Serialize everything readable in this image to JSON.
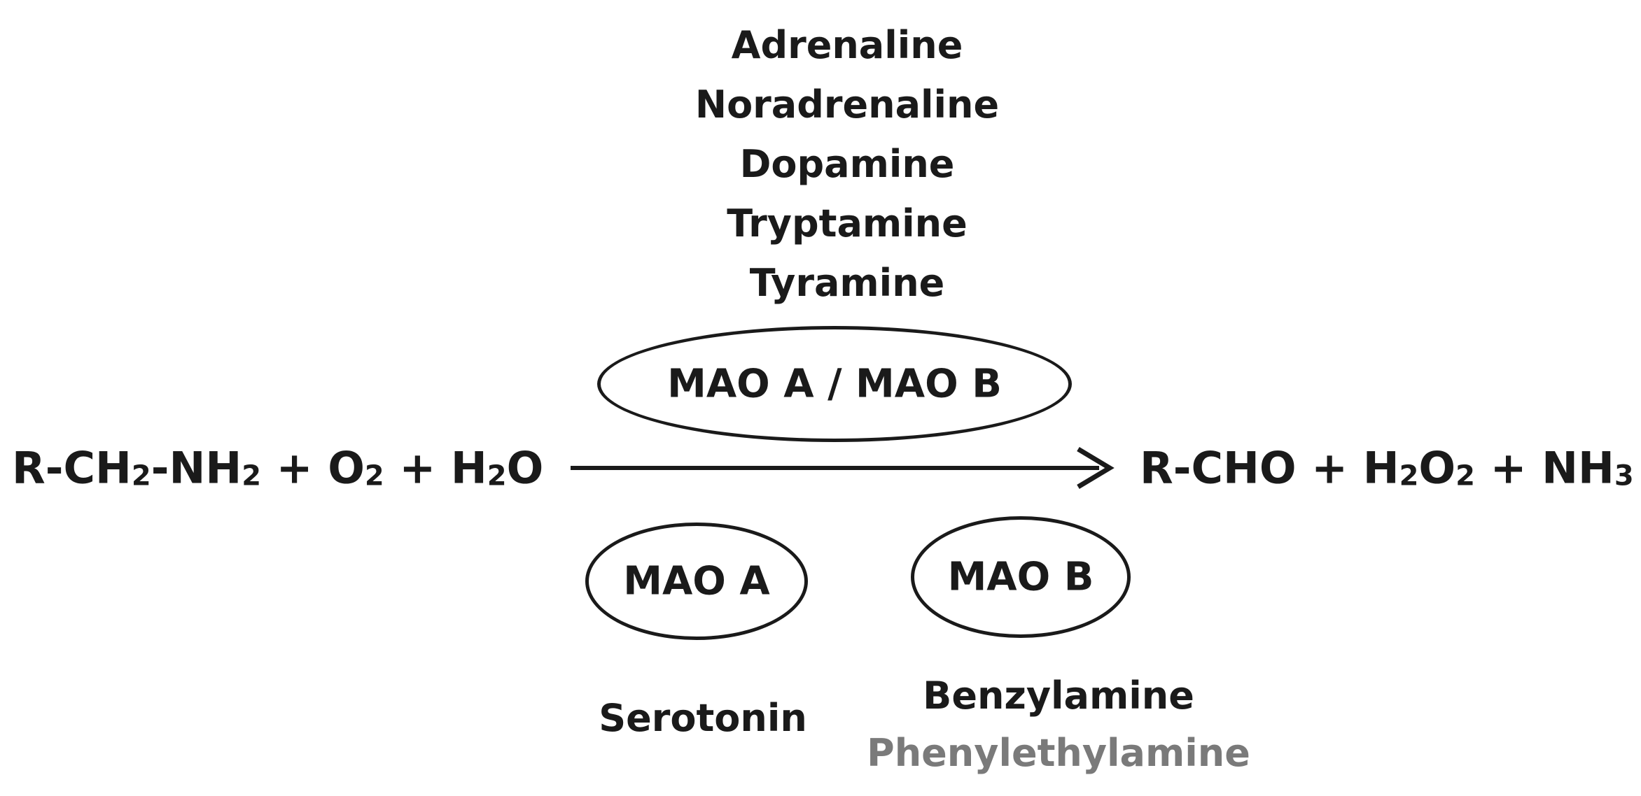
{
  "substrates_shared": [
    "Adrenaline",
    "Noradrenaline",
    "Dopamine",
    "Tryptamine",
    "Tyramine"
  ],
  "enzymes": {
    "shared": "MAO A / MAO B",
    "a": "MAO A",
    "b": "MAO B"
  },
  "reactants": {
    "r1": "R-CH",
    "r1_sub": "2",
    "r2": "-NH",
    "r2_sub": "2",
    "r3": " + O",
    "r3_sub": "2",
    "r4": " + H",
    "r4_sub": "2",
    "r5": "O"
  },
  "products": {
    "p1": "R-CHO + H",
    "p1_sub": "2",
    "p2": "O",
    "p2_sub": "2",
    "p3": " + NH",
    "p3_sub": "3"
  },
  "substrate_mao_a": "Serotonin",
  "substrates_mao_b": [
    "Benzylamine",
    "Phenylethylamine"
  ]
}
